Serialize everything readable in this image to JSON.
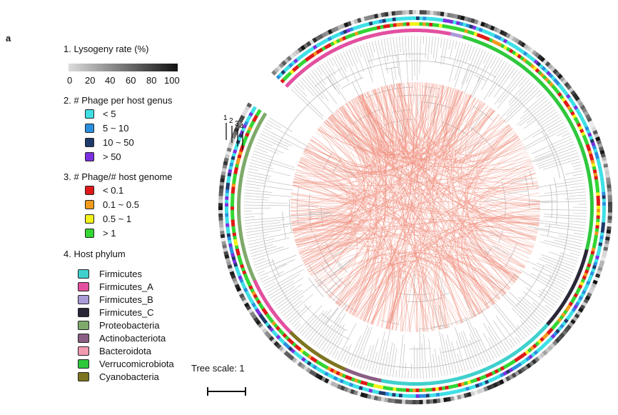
{
  "panel_letter": "a",
  "legend": {
    "lysogeny": {
      "title": "1. Lysogeny rate (%)",
      "ticks": [
        "0",
        "20",
        "40",
        "60",
        "80",
        "100"
      ],
      "gradient_colors": [
        "#dcdcdc",
        "#111111"
      ]
    },
    "phage_per_genus": {
      "title": "2. # Phage per host genus",
      "items": [
        {
          "label": "< 5",
          "color": "#3ee0e6"
        },
        {
          "label": "5 ~ 10",
          "color": "#2b8fe0"
        },
        {
          "label": "10 ~ 50",
          "color": "#1e3a6b"
        },
        {
          "label": "> 50",
          "color": "#7b2fe0"
        }
      ]
    },
    "phage_host_ratio": {
      "title": "3. # Phage/# host genome",
      "items": [
        {
          "label": "< 0.1",
          "color": "#e01818"
        },
        {
          "label": "0.1 ~ 0.5",
          "color": "#f29a1c"
        },
        {
          "label": "0.5 ~ 1",
          "color": "#f2f21c"
        },
        {
          "label": "> 1",
          "color": "#33d633"
        }
      ]
    },
    "host_phylum": {
      "title": "4. Host phylum",
      "items": [
        {
          "label": "Firmicutes",
          "color": "#3fd0cd"
        },
        {
          "label": "Firmicutes_A",
          "color": "#e34fa0"
        },
        {
          "label": "Firmicutes_B",
          "color": "#a99ad8"
        },
        {
          "label": "Firmicutes_C",
          "color": "#2a2637"
        },
        {
          "label": "Proteobacteria",
          "color": "#7ea96a"
        },
        {
          "label": "Actinobacteriota",
          "color": "#8a5d83"
        },
        {
          "label": "Bacteroidota",
          "color": "#f29ab0"
        },
        {
          "label": "Verrucomicrobiota",
          "color": "#2ec83c"
        },
        {
          "label": "Cyanobacteria",
          "color": "#7d7420"
        }
      ]
    }
  },
  "tree": {
    "scale_label": "Tree scale: 1",
    "ring_numbers": [
      "1",
      "2",
      "3",
      "4"
    ],
    "link_color": "#f0907f",
    "branch_color": "#b8b8b8"
  }
}
